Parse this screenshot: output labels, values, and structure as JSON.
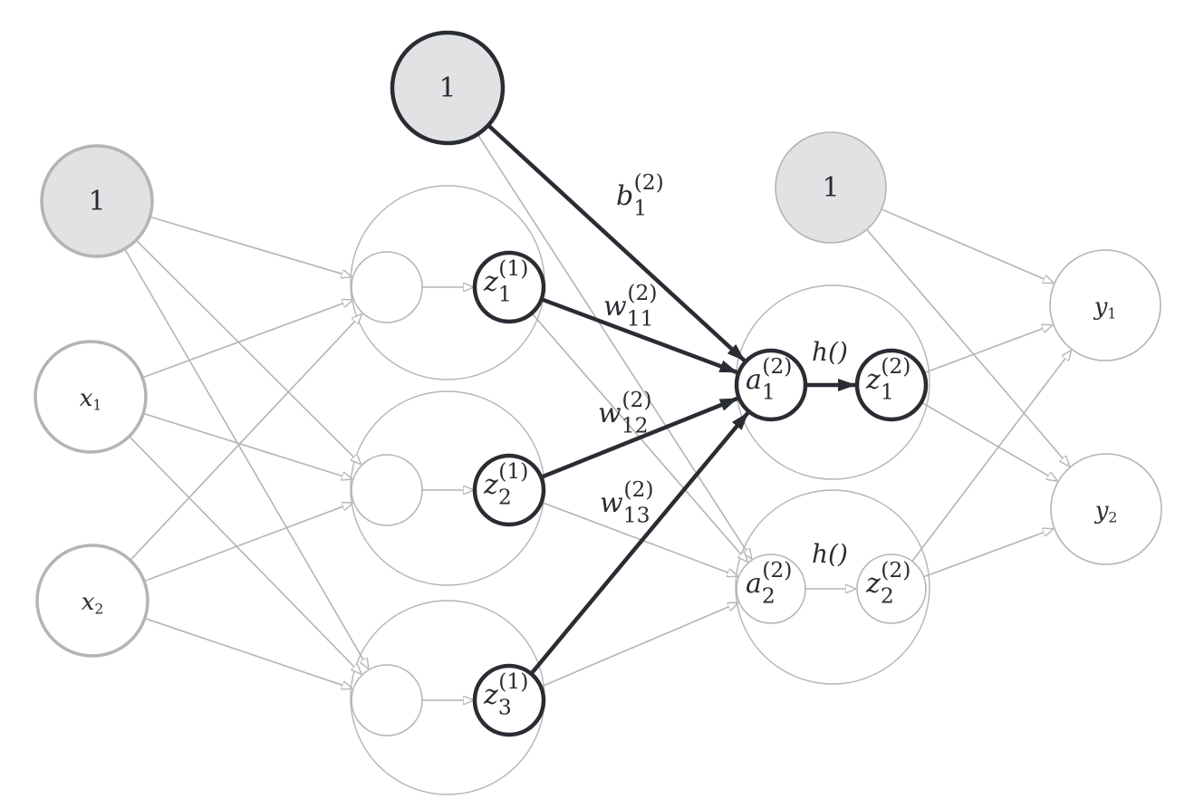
{
  "title": "Neural network signal transmission to first neuron of layer 2",
  "colors": {
    "dark": "#2a2c33",
    "gray": "#b4b4b4",
    "bias_fill": "#e1e2e4",
    "node_fill": "#ffffff"
  },
  "nodes": [
    {
      "id": "bias0",
      "layer": "input",
      "label": {
        "main": "1"
      },
      "style": "bias-gray"
    },
    {
      "id": "x1",
      "layer": "input",
      "label": {
        "main": "x",
        "sub": "1"
      },
      "style": "gray-thick"
    },
    {
      "id": "x2",
      "layer": "input",
      "label": {
        "main": "x",
        "sub": "2"
      },
      "style": "gray-thick"
    },
    {
      "id": "bias1",
      "layer": "hidden1",
      "label": {
        "main": "1"
      },
      "style": "bias-dark"
    },
    {
      "id": "a11",
      "layer": "hidden1",
      "label": {
        "main": ""
      },
      "style": "gray-thin"
    },
    {
      "id": "a12",
      "layer": "hidden1",
      "label": {
        "main": ""
      },
      "style": "gray-thin"
    },
    {
      "id": "a13",
      "layer": "hidden1",
      "label": {
        "main": ""
      },
      "style": "gray-thin"
    },
    {
      "id": "z11",
      "layer": "hidden1",
      "label": {
        "main": "z",
        "sub": "1",
        "sup": "(1)"
      },
      "style": "dark"
    },
    {
      "id": "z12",
      "layer": "hidden1",
      "label": {
        "main": "z",
        "sub": "2",
        "sup": "(1)"
      },
      "style": "dark"
    },
    {
      "id": "z13",
      "layer": "hidden1",
      "label": {
        "main": "z",
        "sub": "3",
        "sup": "(1)"
      },
      "style": "dark"
    },
    {
      "id": "bias2",
      "layer": "hidden2",
      "label": {
        "main": "1"
      },
      "style": "bias-gray-thin"
    },
    {
      "id": "a21",
      "layer": "hidden2",
      "label": {
        "main": "a",
        "sub": "1",
        "sup": "(2)"
      },
      "style": "dark"
    },
    {
      "id": "z21",
      "layer": "hidden2",
      "label": {
        "main": "z",
        "sub": "1",
        "sup": "(2)"
      },
      "style": "dark"
    },
    {
      "id": "a22",
      "layer": "hidden2",
      "label": {
        "main": "a",
        "sub": "2",
        "sup": "(2)"
      },
      "style": "gray-thin"
    },
    {
      "id": "z22",
      "layer": "hidden2",
      "label": {
        "main": "z",
        "sub": "2",
        "sup": "(2)"
      },
      "style": "gray-thin"
    },
    {
      "id": "y1",
      "layer": "output",
      "label": {
        "main": "y",
        "sub": "1"
      },
      "style": "gray-thin"
    },
    {
      "id": "y2",
      "layer": "output",
      "label": {
        "main": "y",
        "sub": "2"
      },
      "style": "gray-thin"
    }
  ],
  "groups": [
    {
      "id": "neuron11"
    },
    {
      "id": "neuron12"
    },
    {
      "id": "neuron13"
    },
    {
      "id": "neuron21"
    },
    {
      "id": "neuron22"
    }
  ],
  "edges": [
    {
      "from": "bias0",
      "to": "a11",
      "style": "gray"
    },
    {
      "from": "bias0",
      "to": "a12",
      "style": "gray"
    },
    {
      "from": "bias0",
      "to": "a13",
      "style": "gray"
    },
    {
      "from": "x1",
      "to": "a11",
      "style": "gray"
    },
    {
      "from": "x1",
      "to": "a12",
      "style": "gray"
    },
    {
      "from": "x1",
      "to": "a13",
      "style": "gray"
    },
    {
      "from": "x2",
      "to": "a11",
      "style": "gray"
    },
    {
      "from": "x2",
      "to": "a12",
      "style": "gray"
    },
    {
      "from": "x2",
      "to": "a13",
      "style": "gray"
    },
    {
      "from": "a11",
      "to": "z11",
      "style": "gray"
    },
    {
      "from": "a12",
      "to": "z12",
      "style": "gray"
    },
    {
      "from": "a13",
      "to": "z13",
      "style": "gray"
    },
    {
      "from": "bias1",
      "to": "a22",
      "style": "gray"
    },
    {
      "from": "z11",
      "to": "a22",
      "style": "gray"
    },
    {
      "from": "z12",
      "to": "a22",
      "style": "gray"
    },
    {
      "from": "z13",
      "to": "a22",
      "style": "gray"
    },
    {
      "from": "bias1",
      "to": "a21",
      "style": "dark",
      "label": {
        "main": "b",
        "sub": "1",
        "sup": "(2)"
      }
    },
    {
      "from": "z11",
      "to": "a21",
      "style": "dark",
      "label": {
        "main": "w",
        "sub": "11",
        "sup": "(2)"
      }
    },
    {
      "from": "z12",
      "to": "a21",
      "style": "dark",
      "label": {
        "main": "w",
        "sub": "12",
        "sup": "(2)"
      }
    },
    {
      "from": "z13",
      "to": "a21",
      "style": "dark",
      "label": {
        "main": "w",
        "sub": "13",
        "sup": "(2)"
      }
    },
    {
      "from": "a21",
      "to": "z21",
      "style": "dark",
      "label": {
        "main": "h()"
      }
    },
    {
      "from": "a22",
      "to": "z22",
      "style": "gray",
      "label": {
        "main": "h()"
      }
    },
    {
      "from": "bias2",
      "to": "y1",
      "style": "gray"
    },
    {
      "from": "bias2",
      "to": "y2",
      "style": "gray"
    },
    {
      "from": "z21",
      "to": "y1",
      "style": "gray"
    },
    {
      "from": "z21",
      "to": "y2",
      "style": "gray"
    },
    {
      "from": "z22",
      "to": "y1",
      "style": "gray"
    },
    {
      "from": "z22",
      "to": "y2",
      "style": "gray"
    }
  ]
}
